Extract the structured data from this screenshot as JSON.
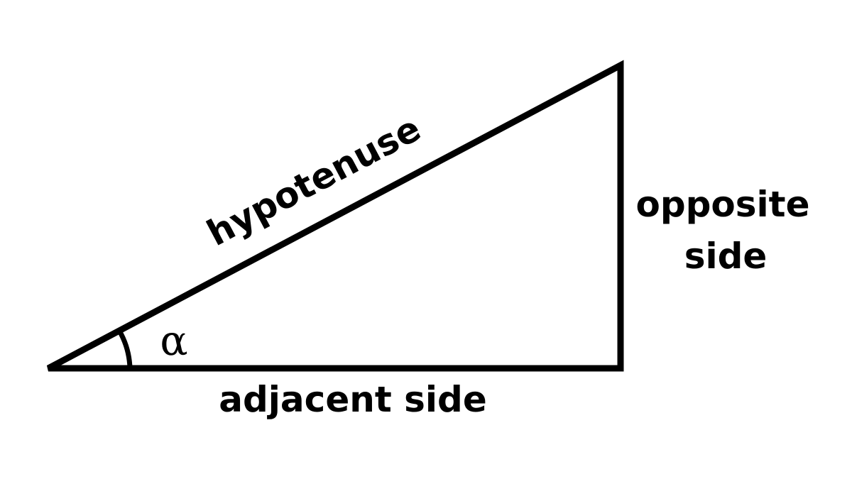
{
  "diagram": {
    "type": "right-triangle",
    "labels": {
      "hypotenuse": "hypotenuse",
      "opposite_line1": "opposite",
      "opposite_line2": "side",
      "adjacent": "adjacent side",
      "angle": "α"
    },
    "colors": {
      "stroke": "#000000",
      "text": "#000000",
      "background": "#ffffff"
    }
  }
}
